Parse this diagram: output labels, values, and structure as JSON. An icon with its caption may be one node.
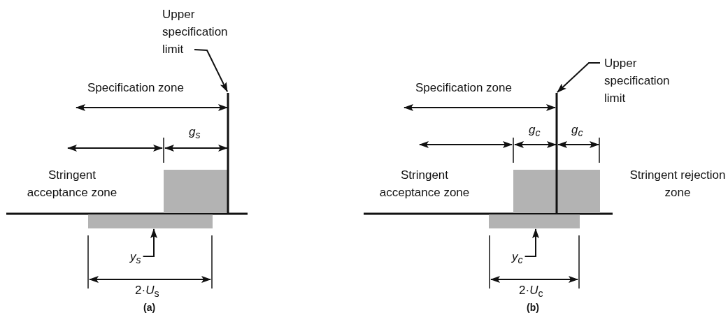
{
  "diagram": {
    "nodes": [
      {
        "text": [
          "Upper specification limit"
        ]
      },
      {
        "text": [],
        "shape": "line"
      },
      {
        "text": [
          "y$_{s}$"
        ]
      },
      {
        "text": [],
        "shape": "bar"
      },
      {
        "text": [],
        "shape": "box"
      },
      {
        "text": [
          "Upper specification limit"
        ]
      },
      {
        "text": [],
        "shape": "line"
      },
      {
        "text": [
          "y$_{c}$"
        ]
      },
      {
        "text": [],
        "shape": "bar"
      },
      {
        "text": [],
        "shape": "box"
      }
    ],
    "edges": [
      {
        "from": 0,
        "to": 1,
        "arrow": "to"
      },
      {
        "from": 2,
        "to": 3,
        "arrow": "to"
      },
      {
        "from": 5,
        "to": 6,
        "arrow": "to"
      },
      {
        "from": 7,
        "to": 8,
        "arrow": "to"
      }
    ],
    "labels": [
      "Specification zone",
      "g$_{s}$",
      "Stringent acceptance zone",
      "2·*U*$_{s}$",
      "(a)",
      "Specification zone",
      "g$_{c}$",
      "g$_{c}$",
      "Stringent acceptance zone",
      "Stringent rejection zone",
      "2·*U*$_{c}$",
      "(b)"
    ]
  }
}
